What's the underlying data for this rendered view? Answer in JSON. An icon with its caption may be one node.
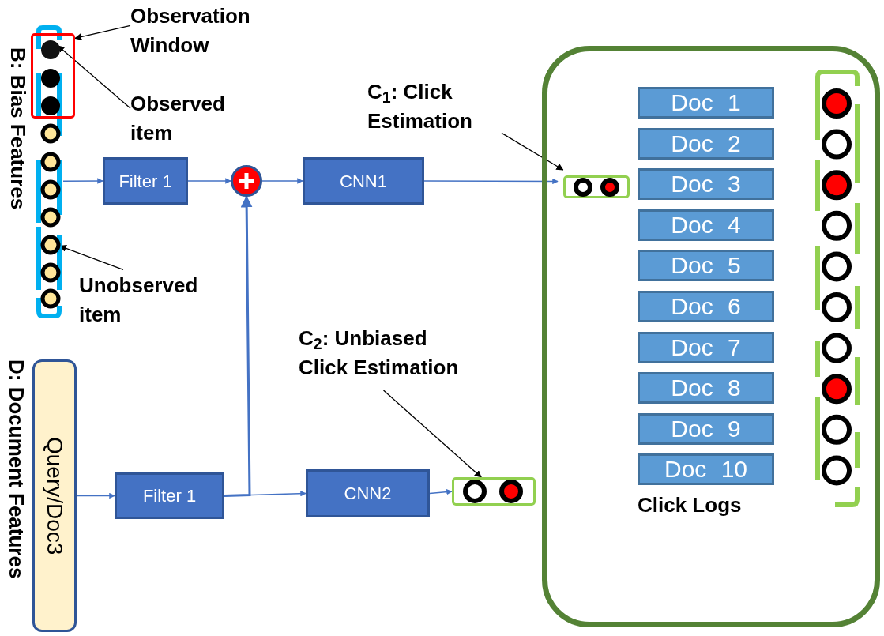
{
  "diagram": {
    "nodes": [
      {
        "text": [],
        "shape": "bar",
        "beside": [
          "B: Bias Features"
        ]
      },
      {
        "text": [],
        "shape": "box"
      },
      {
        "text": [],
        "shape": "circle"
      },
      {
        "text": [],
        "shape": "circle",
        "in": 0
      },
      {
        "text": [
          "Observation Window"
        ]
      },
      {
        "text": [
          "Observed item"
        ]
      },
      {
        "text": [
          "Unobserved item"
        ]
      },
      {
        "text": [
          "Filter 1"
        ]
      },
      {
        "text": [],
        "shape": "circle"
      },
      {
        "text": [
          "CNN1"
        ]
      },
      {
        "text": [
          "Query/Doc3"
        ],
        "beside": [
          "D: Document Features"
        ]
      },
      {
        "text": [
          "Filter 1"
        ]
      },
      {
        "text": [
          "CNN2"
        ]
      },
      {
        "text": [],
        "shape": "box"
      },
      {
        "text": [
          "C$_{2}$: Unbiased Click Estimation"
        ]
      },
      {
        "text": [
          "Click Logs"
        ]
      },
      {
        "text": [],
        "shape": "box",
        "in": 15
      },
      {
        "text": [
          "C$_{1}$: Click Estimation"
        ]
      },
      {
        "text": [
          "Doc 1"
        ],
        "in": 15
      },
      {
        "text": [
          "Doc 2"
        ],
        "in": 15
      },
      {
        "text": [
          "Doc 3"
        ],
        "in": 15
      },
      {
        "text": [
          "Doc 4"
        ],
        "in": 15
      },
      {
        "text": [
          "Doc 5"
        ],
        "in": 15
      },
      {
        "text": [
          "Doc 6"
        ],
        "in": 15
      },
      {
        "text": [
          "Doc 7"
        ],
        "in": 15
      },
      {
        "text": [
          "Doc 8"
        ],
        "in": 15
      },
      {
        "text": [
          "Doc 9"
        ],
        "in": 15
      },
      {
        "text": [
          "Doc 10"
        ],
        "in": 15
      }
    ],
    "edges": [
      {
        "from": 0,
        "to": 7,
        "arrow": "to"
      },
      {
        "from": 7,
        "to": 8,
        "arrow": "to"
      },
      {
        "from": 8,
        "to": 9,
        "arrow": "to"
      },
      {
        "from": 9,
        "to": 16,
        "arrow": "to"
      },
      {
        "from": 10,
        "to": 11,
        "arrow": "to"
      },
      {
        "from": 11,
        "to": 12,
        "arrow": "to"
      },
      {
        "from": 11,
        "to": 8,
        "arrow": "to"
      },
      {
        "from": 12,
        "to": 13,
        "arrow": "to"
      },
      {
        "from": 4,
        "to": 1,
        "arrow": "to",
        "color": "#000000"
      },
      {
        "from": 5,
        "to": 2,
        "arrow": "to",
        "color": "#000000"
      },
      {
        "from": 6,
        "to": 3,
        "arrow": "to",
        "color": "#000000"
      },
      {
        "from": 17,
        "to": 16,
        "arrow": "to",
        "color": "#000000"
      },
      {
        "from": 14,
        "to": 13,
        "arrow": "to",
        "color": "#000000"
      }
    ]
  }
}
